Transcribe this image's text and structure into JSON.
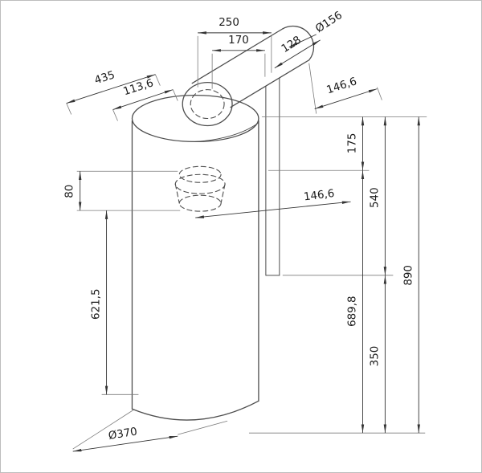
{
  "style": {
    "line_color": "#4d4d4d",
    "dim_color": "#333333",
    "background": "#ffffff"
  },
  "dims": {
    "width_top": "250",
    "width_inner": "170",
    "duct_diameter": "Ø156",
    "duct_offset": "128",
    "depth_total": "435",
    "depth_offset": "113,6",
    "top_right_offset": "146,6",
    "spigot_height": "175",
    "upper_height": "540",
    "total_height": "890",
    "side_outlet_height": "80",
    "side_outlet_offset": "146,6",
    "body_height": "621,5",
    "mid_height": "689,8",
    "lower_height": "350",
    "base_diameter": "Ø370"
  }
}
